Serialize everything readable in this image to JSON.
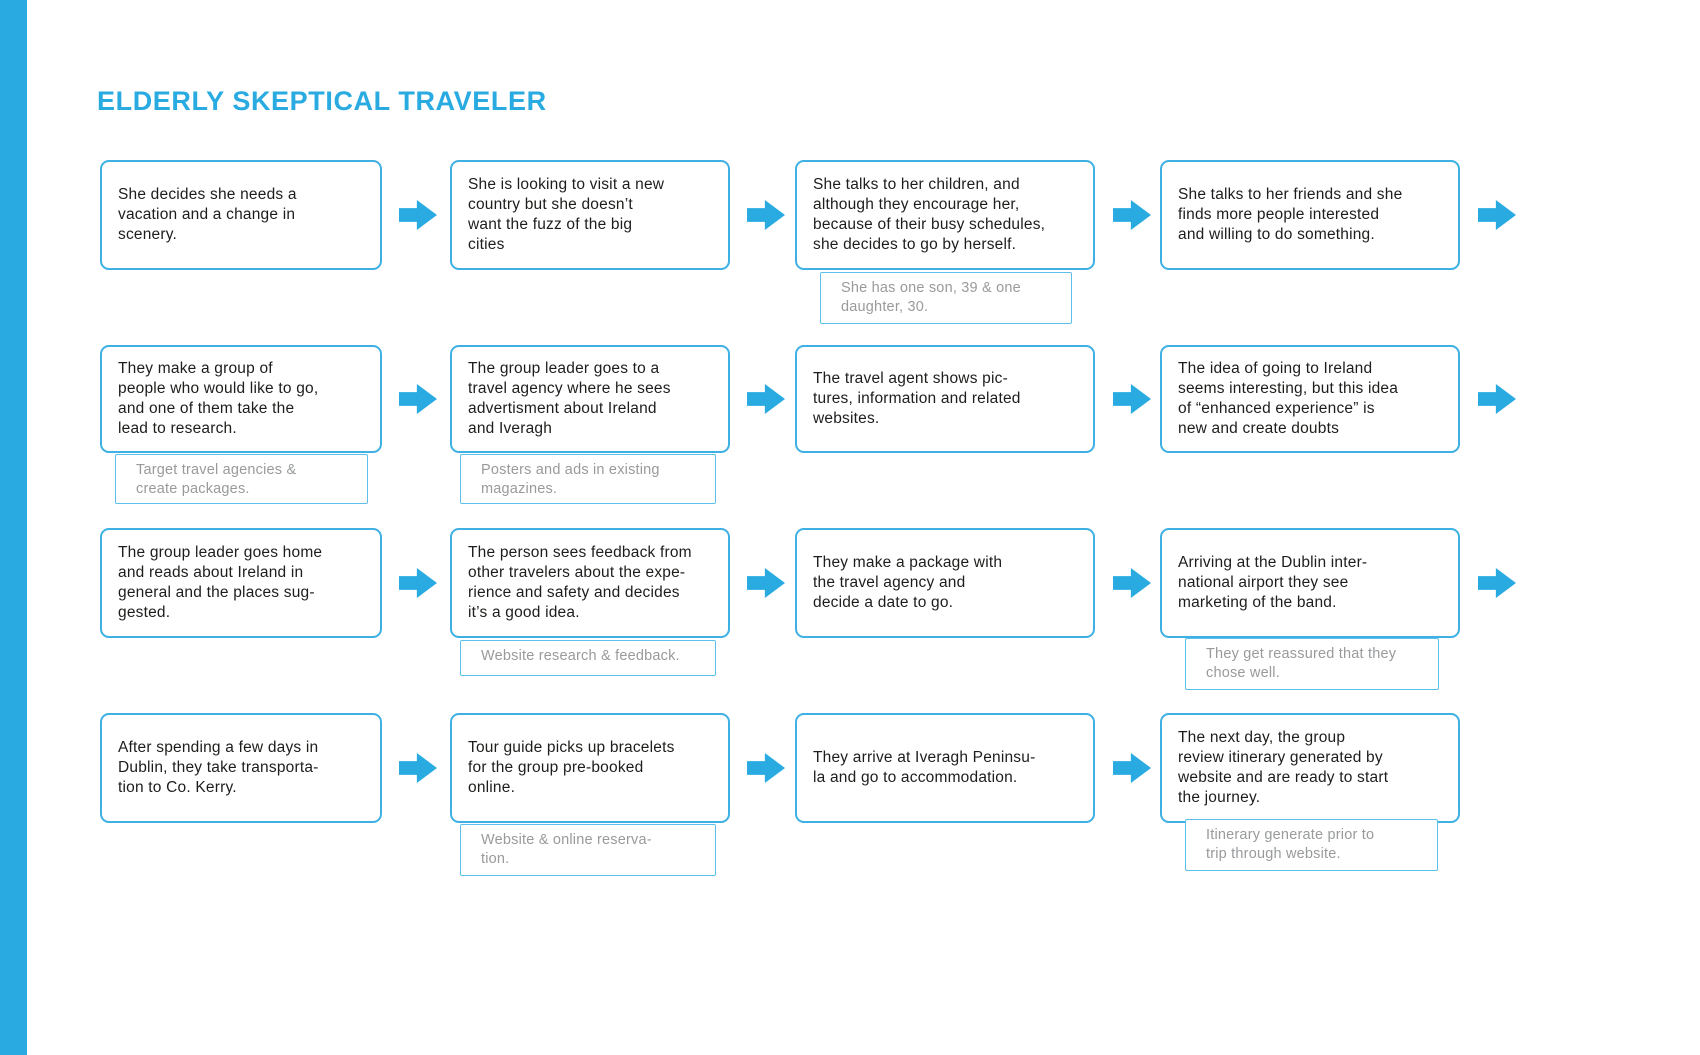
{
  "title": "ELDERLY SKEPTICAL TRAVELER",
  "colors": {
    "accent": "#29abe2",
    "box_border": "#3fb0e3",
    "note_border": "#5cc0ea",
    "text": "#1d1d1b",
    "note_text": "#989a9c"
  },
  "rows": [
    {
      "boxes": [
        {
          "text": "She decides she needs a\nvacation and a change in\nscenery."
        },
        {
          "text": "She is looking to visit a new\ncountry but she doesn’t\nwant the fuzz of the big\ncities"
        },
        {
          "text": "She talks to her children, and\nalthough they encourage her,\nbecause of their busy schedules,\nshe decides to go by herself.",
          "note": "She has one son, 39 & one\ndaughter, 30."
        },
        {
          "text": "She talks to her friends and she\nfinds more people interested\nand willing to do something."
        }
      ]
    },
    {
      "boxes": [
        {
          "text": "They make a group of\npeople who would like to go,\nand one of them take the\nlead to research.",
          "note": "Target travel agencies &\ncreate packages."
        },
        {
          "text": "The group leader goes to a\ntravel agency where he sees\nadvertisment about Ireland\nand Iveragh",
          "note": "Posters and ads in existing\nmagazines."
        },
        {
          "text": "The travel agent shows pic-\ntures, information and related\nwebsites."
        },
        {
          "text": "The idea of going to Ireland\nseems interesting, but this idea\nof “enhanced experience” is\nnew and create doubts"
        }
      ]
    },
    {
      "boxes": [
        {
          "text": "The group leader goes home\nand reads about Ireland in\ngeneral and the places sug-\ngested."
        },
        {
          "text": "The person sees feedback from\nother travelers about the expe-\nrience and safety and decides\nit’s a good idea.",
          "note": "Website research & feedback."
        },
        {
          "text": "They make a package with\nthe travel agency and\ndecide a date to go."
        },
        {
          "text": "Arriving at the Dublin inter-\nnational airport they see\nmarketing of the band.",
          "note": "They get reassured that they\nchose well."
        }
      ]
    },
    {
      "boxes": [
        {
          "text": "After spending a few days in\nDublin, they take transporta-\ntion to Co. Kerry."
        },
        {
          "text": "Tour guide picks up bracelets\nfor the group pre-booked\nonline.",
          "note": "Website & online reserva-\ntion."
        },
        {
          "text": "They arrive at Iveragh Peninsu-\nla and go to accommodation."
        },
        {
          "text": "The next day, the group\nreview itinerary generated by\nwebsite and are ready to start\nthe journey.",
          "note": "Itinerary generate prior to\ntrip through website."
        }
      ]
    }
  ]
}
